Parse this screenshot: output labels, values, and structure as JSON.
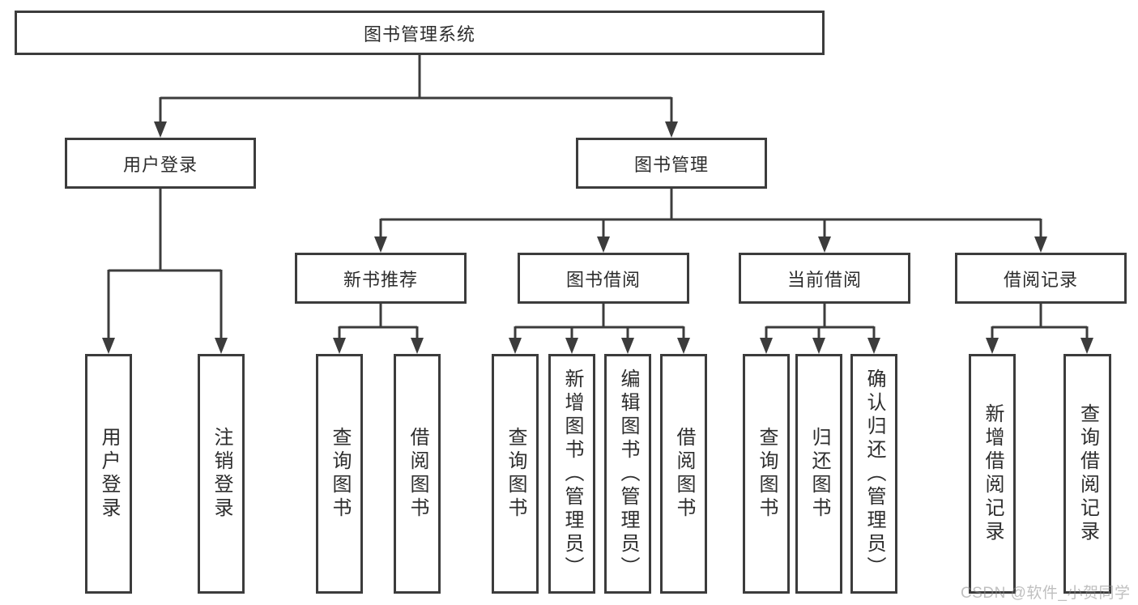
{
  "colors": {
    "line": "#3c3c3c",
    "border": "#3c3c3c",
    "text": "#2d2d2d",
    "watermark_text": "#c6c6c6",
    "background": "#ffffff"
  },
  "watermark": {
    "text": "CSDN @软件_小贺同学"
  },
  "tree": {
    "label": "图书管理系统",
    "children": [
      {
        "label": "用户登录",
        "children": [
          {
            "label": "用户登录"
          },
          {
            "label": "注销登录"
          }
        ]
      },
      {
        "label": "图书管理",
        "children": [
          {
            "label": "新书推荐",
            "children": [
              {
                "label": "查询图书"
              },
              {
                "label": "借阅图书"
              }
            ]
          },
          {
            "label": "图书借阅",
            "children": [
              {
                "label": "查询图书"
              },
              {
                "label": "新增图书（管理员）"
              },
              {
                "label": "编辑图书（管理员）"
              },
              {
                "label": "借阅图书"
              }
            ]
          },
          {
            "label": "当前借阅",
            "children": [
              {
                "label": "查询图书"
              },
              {
                "label": "归还图书"
              },
              {
                "label": "确认归还（管理员）"
              }
            ]
          },
          {
            "label": "借阅记录",
            "children": [
              {
                "label": "新增借阅记录"
              },
              {
                "label": "查询借阅记录"
              }
            ]
          }
        ]
      }
    ]
  }
}
